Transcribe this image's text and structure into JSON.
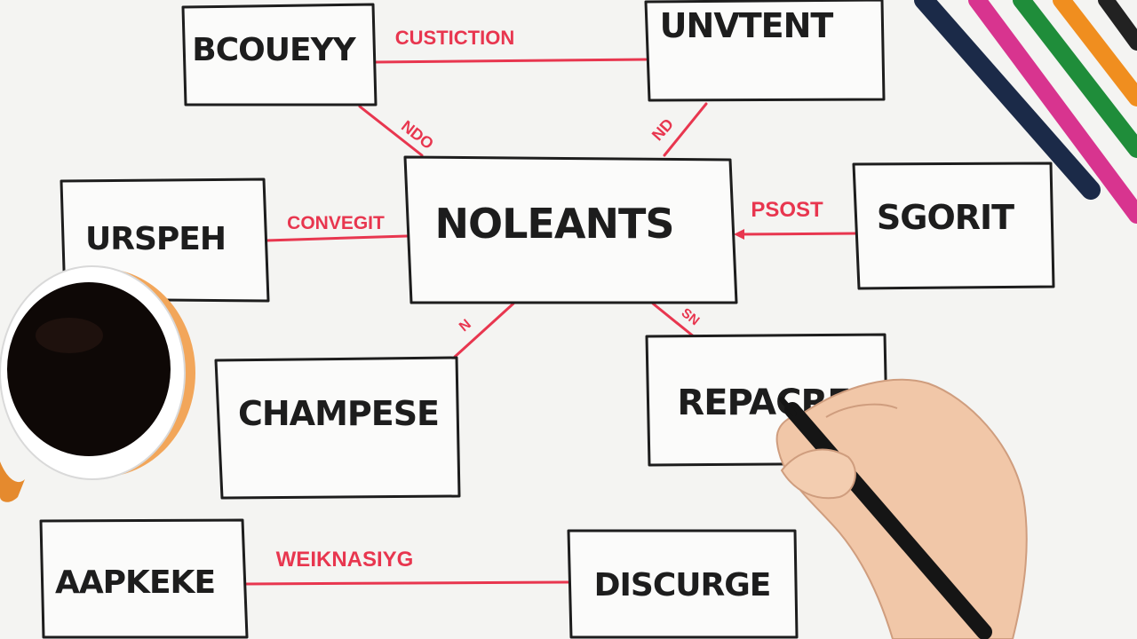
{
  "diagram": {
    "center": "NOLEANTS",
    "nodes": {
      "top_left": "BCOUEYY",
      "top_right": "UNVTENT",
      "left": "URSPEH",
      "right": "SGORIT",
      "mid_left": "CHAMPESE",
      "mid_right": "REPACRE",
      "bottom_left": "AAPKEKE",
      "bottom_right": "DISCURGE"
    },
    "edges": {
      "top_link": "CUSTICTION",
      "top_left_center": "NDO",
      "top_right_center": "ND",
      "left_center": "CONVEGIT",
      "right_center": "PSOST",
      "center_mid_left": "N",
      "center_mid_right": "SN",
      "bottom_link": "WEIKNASIYG"
    }
  },
  "colors": {
    "box_stroke": "#1d1d1d",
    "edge": "#e8364f",
    "paper": "#f4f4f2"
  }
}
